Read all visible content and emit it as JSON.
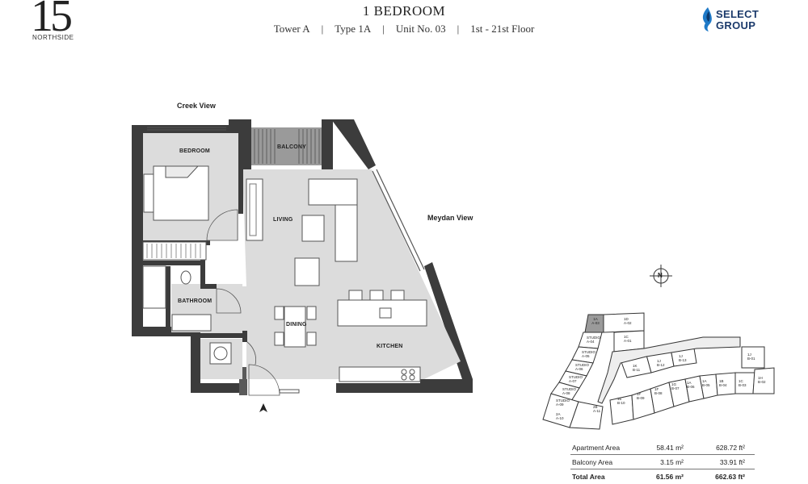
{
  "logo": {
    "number": "15",
    "subtitle": "NORTHSIDE"
  },
  "header": {
    "title": "1 BEDROOM",
    "tower": "Tower A",
    "type": "Type 1A",
    "unit": "Unit No. 03",
    "floor": "1st - 21st Floor"
  },
  "brand": {
    "line1": "SELECT",
    "line2": "GROUP",
    "accent_color": "#1b3a6b",
    "icon": "flame-icon"
  },
  "views": {
    "creek": "Creek View",
    "meydan": "Meydan View"
  },
  "rooms": {
    "bedroom": "BEDROOM",
    "balcony": "BALCONY",
    "living": "LIVING",
    "bathroom": "BATHROOM",
    "dining": "DINING",
    "kitchen": "KITCHEN"
  },
  "compass": {
    "label": "N"
  },
  "key_plan_units": [
    {
      "code": "1A",
      "sub": "A-03"
    },
    {
      "code": "1D",
      "sub": "A-02"
    },
    {
      "code": "1C",
      "sub": "A-01"
    },
    {
      "code": "STUDIO",
      "sub": "A-04"
    },
    {
      "code": "STUDIO",
      "sub": "A-05"
    },
    {
      "code": "STUDIO",
      "sub": "A-06"
    },
    {
      "code": "STUDIO",
      "sub": "A-07"
    },
    {
      "code": "STUDIO",
      "sub": "A-08"
    },
    {
      "code": "STUDIO",
      "sub": "A-09"
    },
    {
      "code": "2A",
      "sub": "A-10"
    },
    {
      "code": "2B",
      "sub": "A-11"
    },
    {
      "code": "1E",
      "sub": "B-10"
    },
    {
      "code": "1F",
      "sub": "B-09"
    },
    {
      "code": "1F",
      "sub": "B-08"
    },
    {
      "code": "1G",
      "sub": "B-07"
    },
    {
      "code": "1A",
      "sub": "B-06"
    },
    {
      "code": "1A",
      "sub": "B-05"
    },
    {
      "code": "1B",
      "sub": "B-04"
    },
    {
      "code": "1C",
      "sub": "B-03"
    },
    {
      "code": "1H",
      "sub": "B-02"
    },
    {
      "code": "1J",
      "sub": "B-01"
    },
    {
      "code": "1K",
      "sub": "B-11"
    },
    {
      "code": "1J",
      "sub": "B-12"
    },
    {
      "code": "1J",
      "sub": "B-13"
    }
  ],
  "area_table": [
    {
      "label": "Apartment Area",
      "sqm": "58.41 m²",
      "sqft": "628.72 ft²"
    },
    {
      "label": "Balcony Area",
      "sqm": "3.15 m²",
      "sqft": "33.91 ft²"
    },
    {
      "label": "Total Area",
      "sqm": "61.56 m²",
      "sqft": "662.63 ft²"
    }
  ],
  "colors": {
    "wall": "#3c3c3c",
    "floor": "#dcdcdc",
    "white_area": "#ffffff",
    "highlight_unit": "#9a9a9a"
  }
}
